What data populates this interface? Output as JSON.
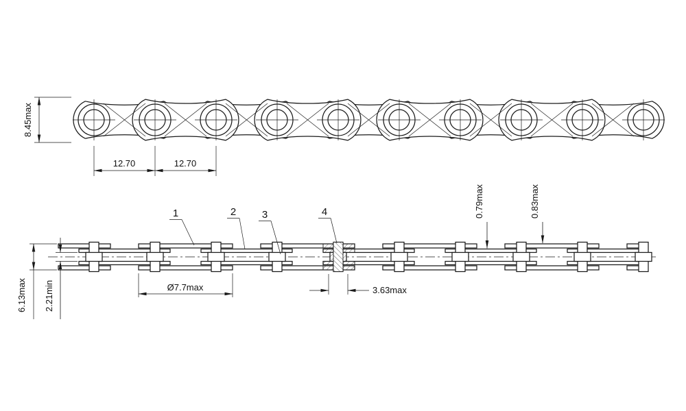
{
  "side_view": {
    "dim_height": "8.45max",
    "dim_pitch_1": "12.70",
    "dim_pitch_2": "12.70"
  },
  "plan_view": {
    "dim_overall_width": "6.13max",
    "dim_inner_width": "2.21min",
    "dim_plate": "Ø7.7max",
    "dim_pin": "3.63max",
    "dim_thickness_inner": "0.79max",
    "dim_thickness_outer": "0.83max",
    "callouts": [
      "1",
      "2",
      "3",
      "4"
    ]
  }
}
